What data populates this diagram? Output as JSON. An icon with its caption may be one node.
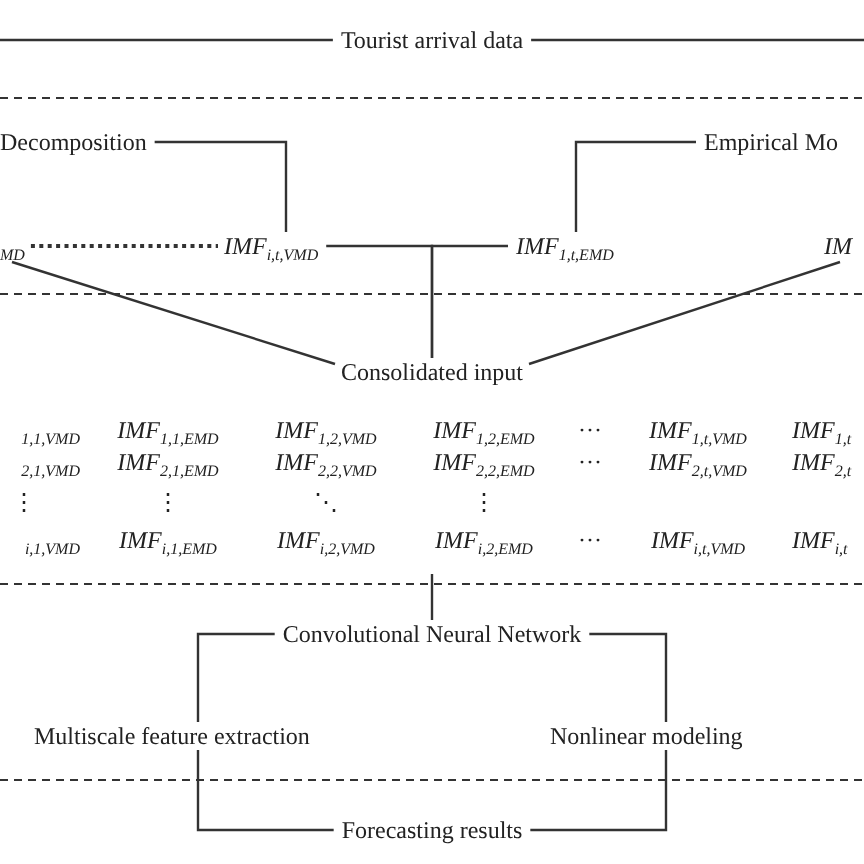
{
  "diagram": {
    "nodes": [
      {
        "text": [
          "Tourist arrival data"
        ]
      },
      {
        "text": [
          "Decomposition"
        ]
      },
      {
        "text": [
          "Empirical Mo"
        ]
      },
      {
        "text": [
          "IMF$_{i,t,VMD}$"
        ]
      },
      {
        "text": [
          "$_{MD}$"
        ]
      },
      {
        "text": [
          "IMF$_{1,t,EMD}$"
        ]
      },
      {
        "text": [
          "IM"
        ]
      },
      {
        "text": [
          "Consolidated input"
        ]
      },
      {
        "text": [
          "Convolutional Neural Network"
        ]
      },
      {
        "text": [
          "Multiscale feature extraction"
        ]
      },
      {
        "text": [
          "Nonlinear modeling"
        ]
      },
      {
        "text": [
          "Forecasting results"
        ]
      }
    ],
    "edges": [
      {
        "from": null,
        "to": 0,
        "arrow": "none"
      },
      {
        "from": null,
        "to": 0,
        "arrow": "none"
      },
      {
        "from": 1,
        "to": 3,
        "arrow": "none"
      },
      {
        "from": 2,
        "to": 5,
        "arrow": "none"
      },
      {
        "from": 4,
        "to": 3,
        "arrow": "none",
        "style": "dashed"
      },
      {
        "from": 3,
        "to": 7,
        "arrow": "none"
      },
      {
        "from": 5,
        "to": 7,
        "arrow": "none"
      },
      {
        "from": 4,
        "to": 7,
        "arrow": "none"
      },
      {
        "from": 6,
        "to": 7,
        "arrow": "none"
      },
      {
        "from": null,
        "to": 8,
        "arrow": "none"
      },
      {
        "from": 8,
        "to": 9,
        "arrow": "none"
      },
      {
        "from": 8,
        "to": 10,
        "arrow": "none"
      },
      {
        "from": 9,
        "to": 11,
        "arrow": "none"
      },
      {
        "from": 10,
        "to": 11,
        "arrow": "none"
      }
    ],
    "labels": [
      "$_{1,1,VMD}$",
      "IMF$_{1,1,EMD}$",
      "IMF$_{1,2,VMD}$",
      "IMF$_{1,2,EMD}$",
      "···",
      "IMF$_{1,t,VMD}$",
      "IMF$_{1,t}$",
      "$_{2,1,VMD}$",
      "IMF$_{2,1,EMD}$",
      "IMF$_{2,2,VMD}$",
      "IMF$_{2,2,EMD}$",
      "···",
      "IMF$_{2,t,VMD}$",
      "IMF$_{2,t}$",
      "⋮",
      "⋮",
      "⋱",
      "⋮",
      "$_{i,1,VMD}$",
      "IMF$_{i,1,EMD}$",
      "IMF$_{i,2,VMD}$",
      "IMF$_{i,2,EMD}$",
      "···",
      "IMF$_{i,t,VMD}$",
      "IMF$_{i,t}$"
    ]
  }
}
